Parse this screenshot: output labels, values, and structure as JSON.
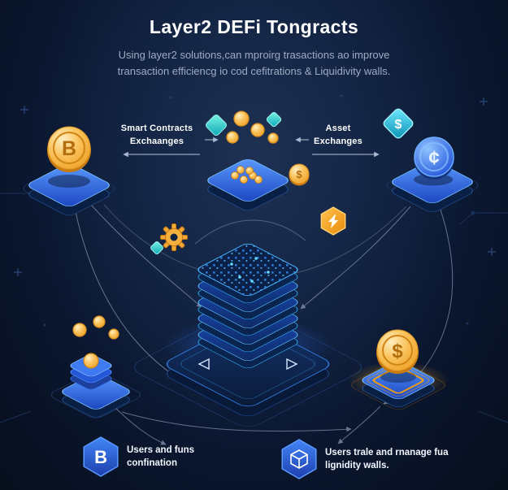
{
  "header": {
    "title": "Layer2 DEFi Tongracts",
    "subtitle": "Using layer2 solutions,can mproirg trasactions ao improve\ntransaction efficiencg io cod cefitrations & Liquidivity walls."
  },
  "diagram": {
    "label_smart_contracts": "Smart Contracts\nExchaanges",
    "label_asset_exchanges": "Asset\nExchanges"
  },
  "icons": {
    "bitcoin_symbol": "B",
    "dollar_symbol": "$",
    "cent_symbol": "¢"
  },
  "legend": {
    "item1_text": "Users and funs\nconfination",
    "item2_text": "Users trale and rnanage fua\nlignidity walls."
  },
  "colors": {
    "background_top": "#1a2a47",
    "background_bottom": "#070e1c",
    "accent_blue": "#2f6df6",
    "accent_cyan": "#3fd0ff",
    "gold": "#f3a83a",
    "orange": "#f59e0b",
    "text_primary": "#ffffff",
    "text_secondary": "#9fabc4"
  }
}
